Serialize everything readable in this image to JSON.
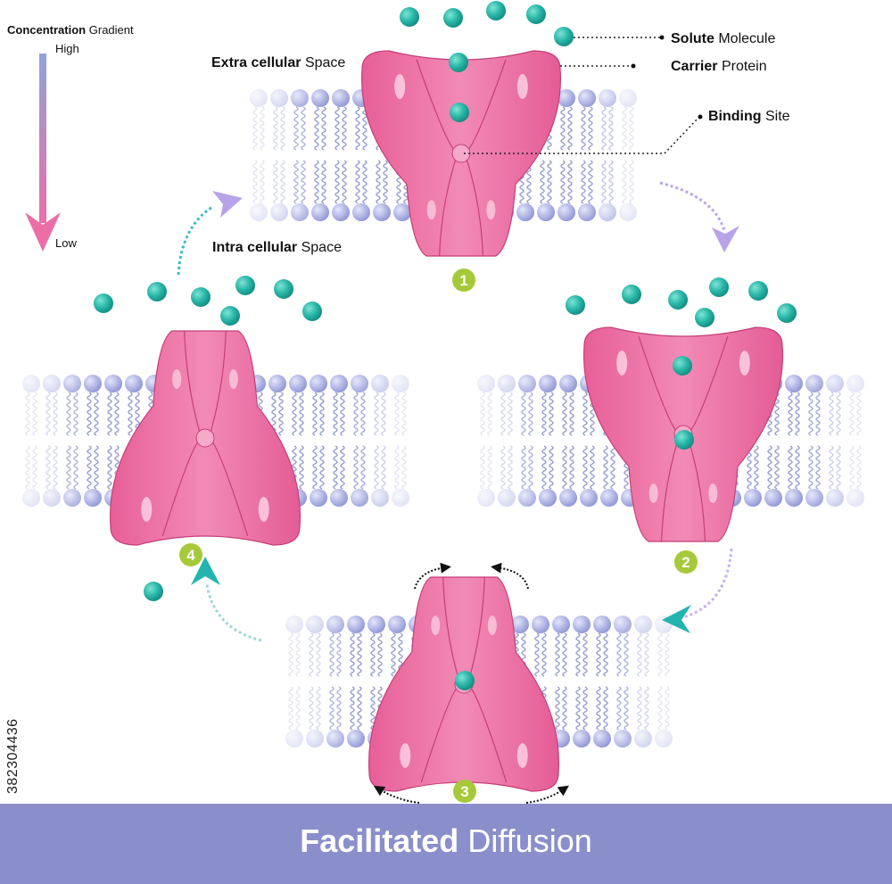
{
  "gradient": {
    "title_bold": "Concentration",
    "title_rest": "Gradient",
    "high": "High",
    "low": "Low"
  },
  "labels": {
    "extra_bold": "Extra cellular",
    "extra_rest": "Space",
    "intra_bold": "Intra cellular",
    "intra_rest": "Space",
    "solute_bold": "Solute",
    "solute_rest": "Molecule",
    "carrier_bold": "Carrier",
    "carrier_rest": "Protein",
    "binding_bold": "Binding",
    "binding_rest": "Site"
  },
  "steps": [
    "1",
    "2",
    "3",
    "4"
  ],
  "title": {
    "bold": "Facilitated",
    "rest": "Diffusion"
  },
  "stock_id": "382304436",
  "colors": {
    "protein": "#ee7aa8",
    "protein_dark": "#d24f85",
    "protein_light": "#f9b8d2",
    "solute": "#27b5a6",
    "membrane_head": "#9fa3de",
    "membrane_tail": "#aab0dc",
    "step_badge": "#a6c93a",
    "arrow_teal": "#22b5b0",
    "arrow_purple": "#b9a3e8",
    "banner": "#8a8fcb"
  }
}
